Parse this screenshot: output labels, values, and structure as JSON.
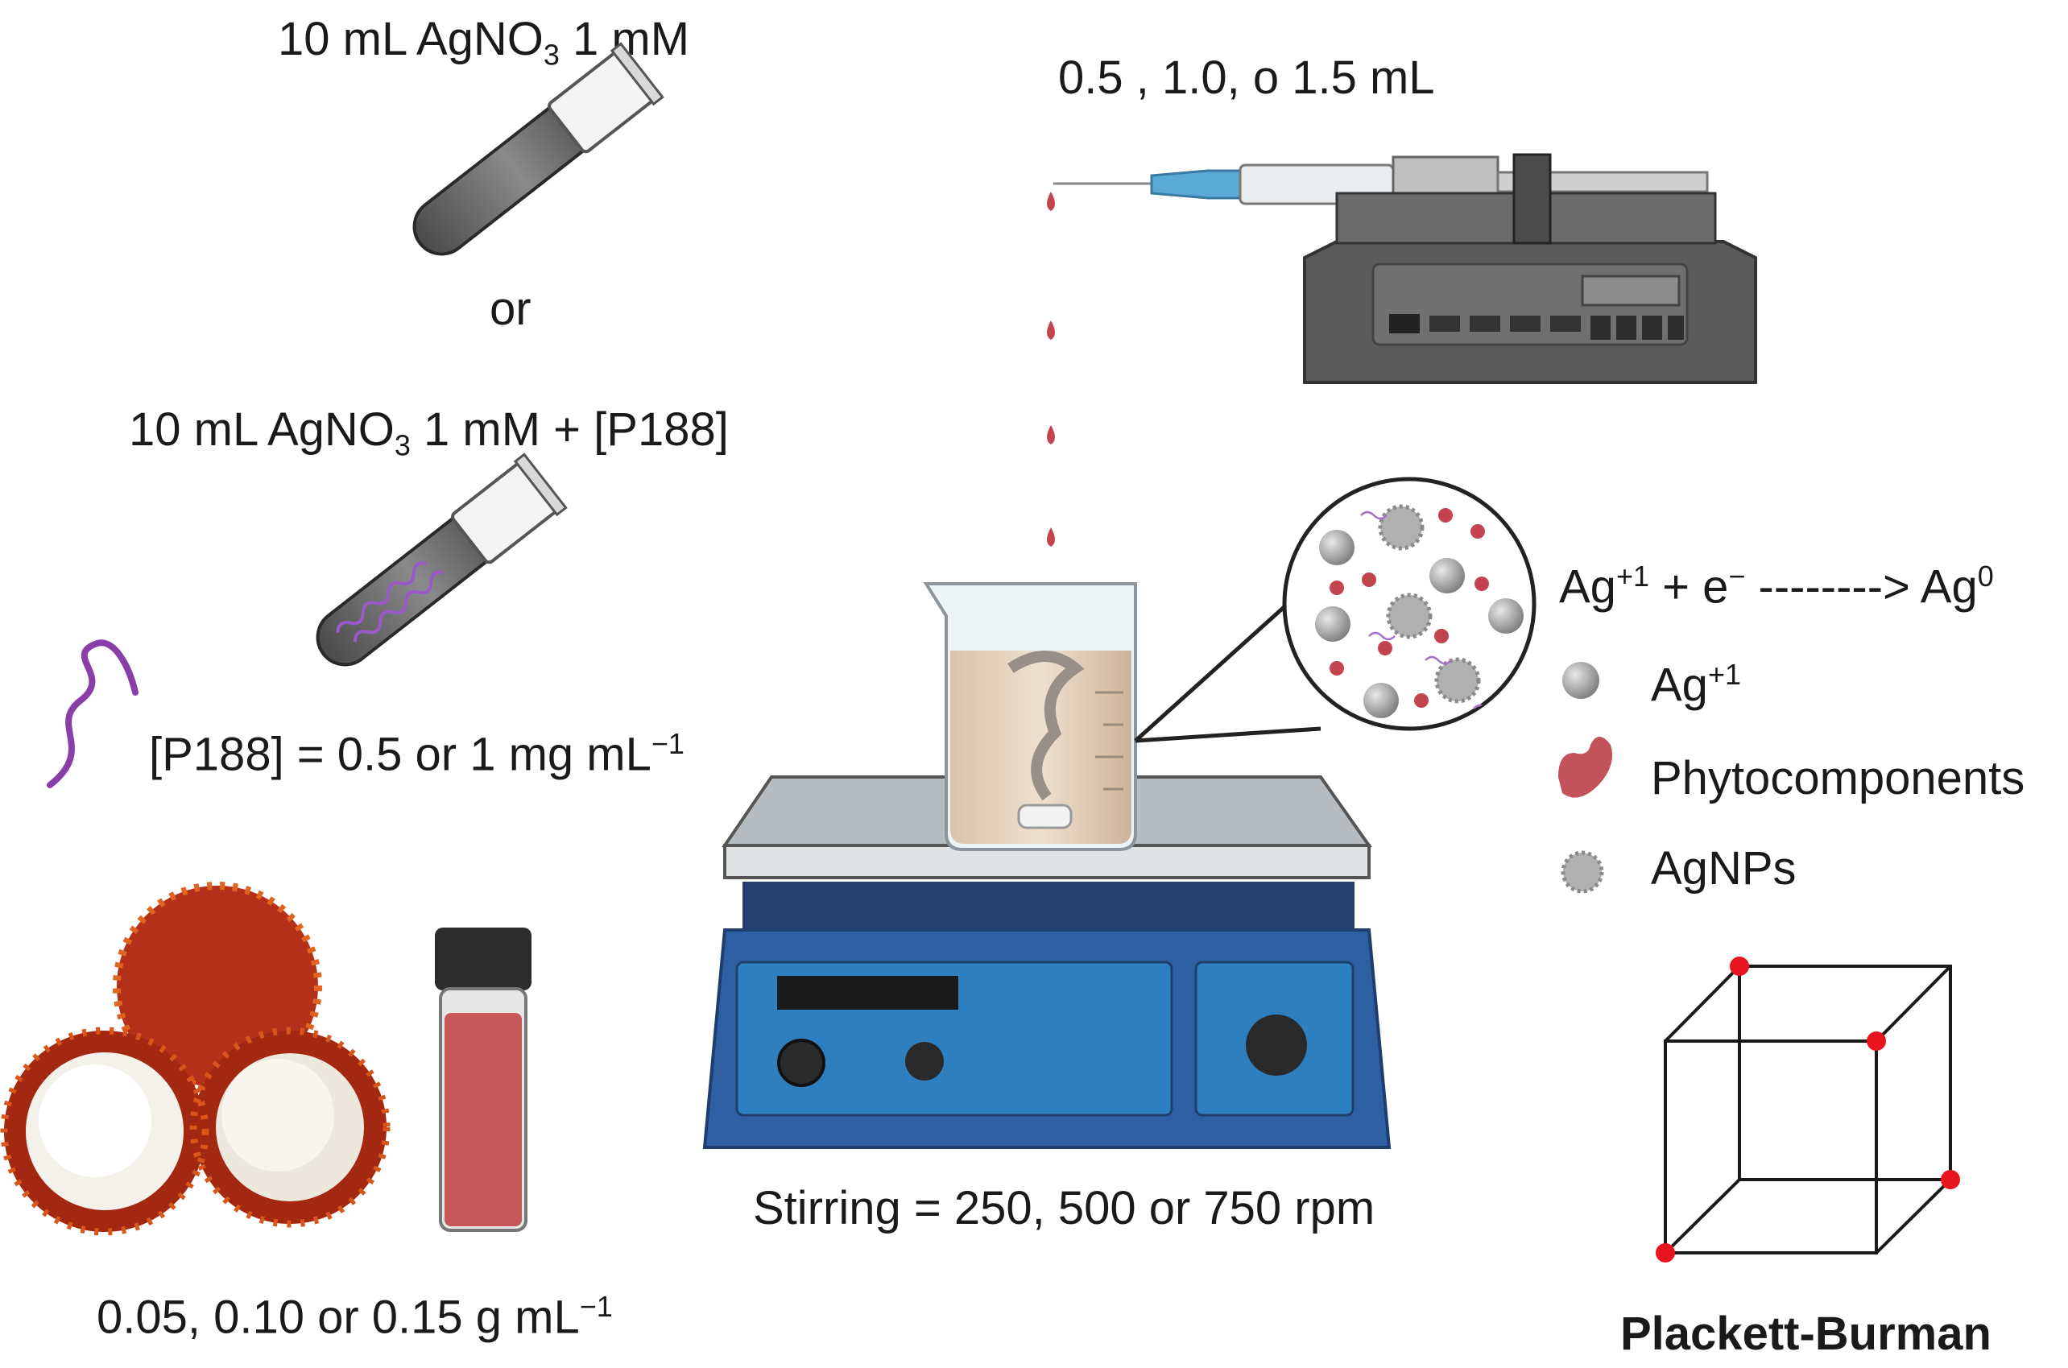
{
  "labels": {
    "agno3_top_pre": "10 mL AgNO",
    "agno3_top_sub": "3",
    "agno3_top_post": " 1 mM",
    "or": "or",
    "agno3_p188_pre": "10 mL AgNO",
    "agno3_p188_sub": "3",
    "agno3_p188_post": " 1 mM + [P188]",
    "p188_conc_pre": "[P188] = 0.5 or 1 mg mL",
    "p188_conc_sup": "−1",
    "extract_conc_pre": "0.05, 0.10 or 0.15 g mL",
    "extract_conc_sup": "−1",
    "syringe_volume": "0.5 , 1.0, o 1.5 mL",
    "stirring": "Stirring = 250, 500 or 750 rpm",
    "design": "Plackett-Burman"
  },
  "reaction": {
    "ag1": "Ag",
    "ag1_sup": "+1",
    "plus_e": " + e",
    "e_sup": "−",
    "arrow": " --------> Ag",
    "ag0_sup": "0"
  },
  "legend": [
    {
      "label": "Ag",
      "sup": "+1",
      "icon": "silver-ion-icon"
    },
    {
      "label": "Phytocomponents",
      "sup": "",
      "icon": "phytocomponent-icon"
    },
    {
      "label": "AgNPs",
      "sup": "",
      "icon": "nanoparticle-icon"
    }
  ],
  "colors": {
    "drop": "#c2444e",
    "cube_vertex": "#e8141e",
    "polymer": "#8a3fa8",
    "stirrer_blue": "#2f5fa3"
  }
}
